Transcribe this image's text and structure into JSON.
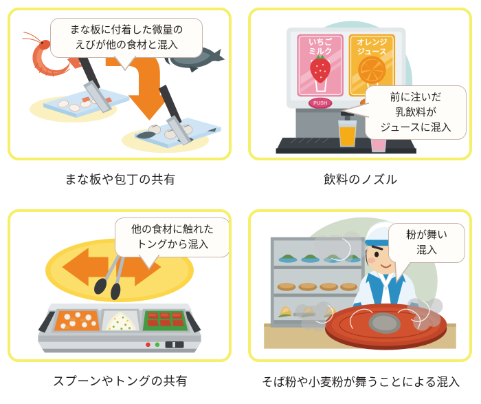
{
  "meta": {
    "background": "#ffffff",
    "card_border_color": "#f5ef6a",
    "bubble_border_color": "#c6b3ab",
    "bubble_fill": "#fffdfa",
    "caption_color": "#231f20",
    "arrow_orange": "#ef8321",
    "panel_count": 4
  },
  "panels": [
    {
      "id": "cutting-board",
      "caption": "まな板や包丁の共有",
      "bubble": {
        "lines": [
          "まな板に付着した微量の",
          "えびが他の食材と混入"
        ],
        "tail": "bottom"
      },
      "illustration": {
        "name": "shrimp-and-fish-cutting-boards",
        "elements": [
          "shrimp",
          "knife",
          "cutting-board-with-shrimp",
          "orange-curved-arrow",
          "fish",
          "cutting-board-with-fish-slices"
        ],
        "board_color": "#cfe5f5",
        "shadow_color": "#fbf0c0"
      }
    },
    {
      "id": "beverage-nozzle",
      "caption": "飲料のノズル",
      "bubble": {
        "lines": [
          "前に注いだ",
          "乳飲料が",
          "ジュースに混入"
        ],
        "tail": "left"
      },
      "illustration": {
        "name": "drink-dispenser",
        "backdrop_color": "#bfe0e0",
        "panels": [
          {
            "label_line1": "いちご",
            "label_line2": "ミルク",
            "color": "#e8839f",
            "button_label": "PUSH",
            "fruit": "strawberry"
          },
          {
            "label_line1": "オレンジ",
            "label_line2": "ジュース",
            "color": "#f0a51e",
            "button_label": "PUSH",
            "fruit": "orange-slice"
          }
        ],
        "glasses": [
          {
            "name": "orange-juice-glass",
            "color": "#f5ac17"
          },
          {
            "name": "strawberry-milk-glass",
            "color": "#f0a8bd"
          }
        ]
      }
    },
    {
      "id": "tongs-and-spoons",
      "caption": "スプーンやトングの共有",
      "bubble": {
        "lines": [
          "他の食材に触れた",
          "トングから混入"
        ],
        "tail": "bottom"
      },
      "illustration": {
        "name": "buffet-warmer-with-tongs",
        "glow_color": "#fbd64a",
        "arrow_color": "#ef8321",
        "trays": [
          {
            "name": "tray-orange-stew",
            "color": "#f0822a"
          },
          {
            "name": "tray-potato-salad",
            "color": "#f6f1d8"
          },
          {
            "name": "tray-stuffed-peppers",
            "color": "#3f8f3c"
          }
        ],
        "indicator_lights": [
          "#e03b34",
          "#4cb944"
        ]
      }
    },
    {
      "id": "soba-flour",
      "caption": "そば粉や小麦粉が舞うことによる混入",
      "bubble": {
        "lines": [
          "粉が舞い",
          "混入"
        ],
        "tail": "bottom-left"
      },
      "illustration": {
        "name": "soba-chef-kneading-dough",
        "backdrop_color": "#d2dccb",
        "floor_color": "#d6bf8a",
        "chef": {
          "uniform_color": "#2b8fc4",
          "cap_color": "#e8f4fb",
          "skin_color": "#f5d3ab"
        },
        "bowl_color": "#c1472a",
        "dust_color": "#b8b8b8",
        "shelf_color": "#9aa3a6",
        "shelf_rows": [
          "greens-plates",
          "brown-pastries",
          "tempura"
        ]
      }
    }
  ]
}
